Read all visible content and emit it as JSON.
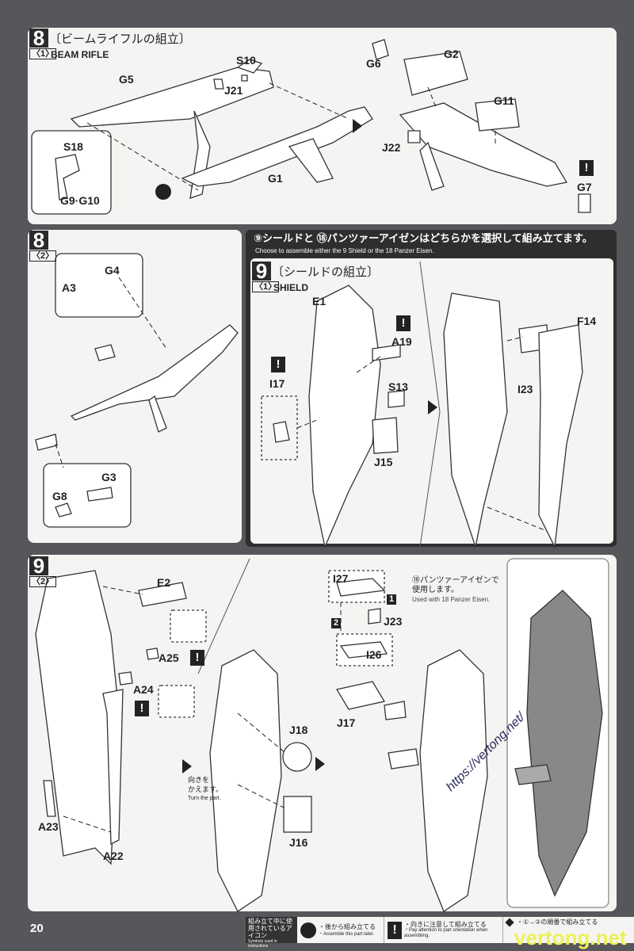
{
  "step8_1": {
    "num": "8",
    "sub": "〈1〉",
    "title": "〔ビームライフルの組立〕",
    "en": "BEAM RIFLE"
  },
  "step8_2": {
    "num": "8",
    "sub": "〈2〉"
  },
  "choose": {
    "jp": "⑨シールドと ⑱パンツァーアイゼンはどちらかを選択して組み立てます。",
    "en": "Choose to assemble either the 9 Shield or the 18 Panzer Eisen."
  },
  "step9_1": {
    "num": "9",
    "sub": "〈1〉",
    "title": "〔シールドの組立〕",
    "en": "SHIELD"
  },
  "step9_2": {
    "num": "9",
    "sub": "〈2〉"
  },
  "turn_note": {
    "jp1": "向きを",
    "jp2": "かえます。",
    "en": "Turn the part."
  },
  "panzer_note": {
    "jp1": "⑱パンツァーアイゼンで",
    "jp2": "使用します。",
    "en": "Used with 18 Panzer Eisen."
  },
  "labels": [
    "G5",
    "S10",
    "J21",
    "G1",
    "S18",
    "G9·G10",
    "G6",
    "G2",
    "G11",
    "J22",
    "G7",
    "G4",
    "A3",
    "G3",
    "G8",
    "E1",
    "A19",
    "I17",
    "S13",
    "J15",
    "F14",
    "I23",
    "E2",
    "A25",
    "A24",
    "A23",
    "A22",
    "J18",
    "J16",
    "I27",
    "J23",
    "I26",
    "J17"
  ],
  "order": [
    "1",
    "2"
  ],
  "footer": {
    "page": "20",
    "legend_title_jp": "組み立て中に使用されているアイコン",
    "legend_title_en": "Symbols used in instructions",
    "later_jp": "・後から組み立てる",
    "later_en": "・Assemble this part later.",
    "orient_jp": "・向きに注意して組み立てる",
    "orient_en": "・Pay attention to part orientation when assembling.",
    "order_jp": "・①→②の順番で組み立てる"
  },
  "watermark": {
    "url": "https://vertong.net/",
    "site": "vertong.net"
  }
}
